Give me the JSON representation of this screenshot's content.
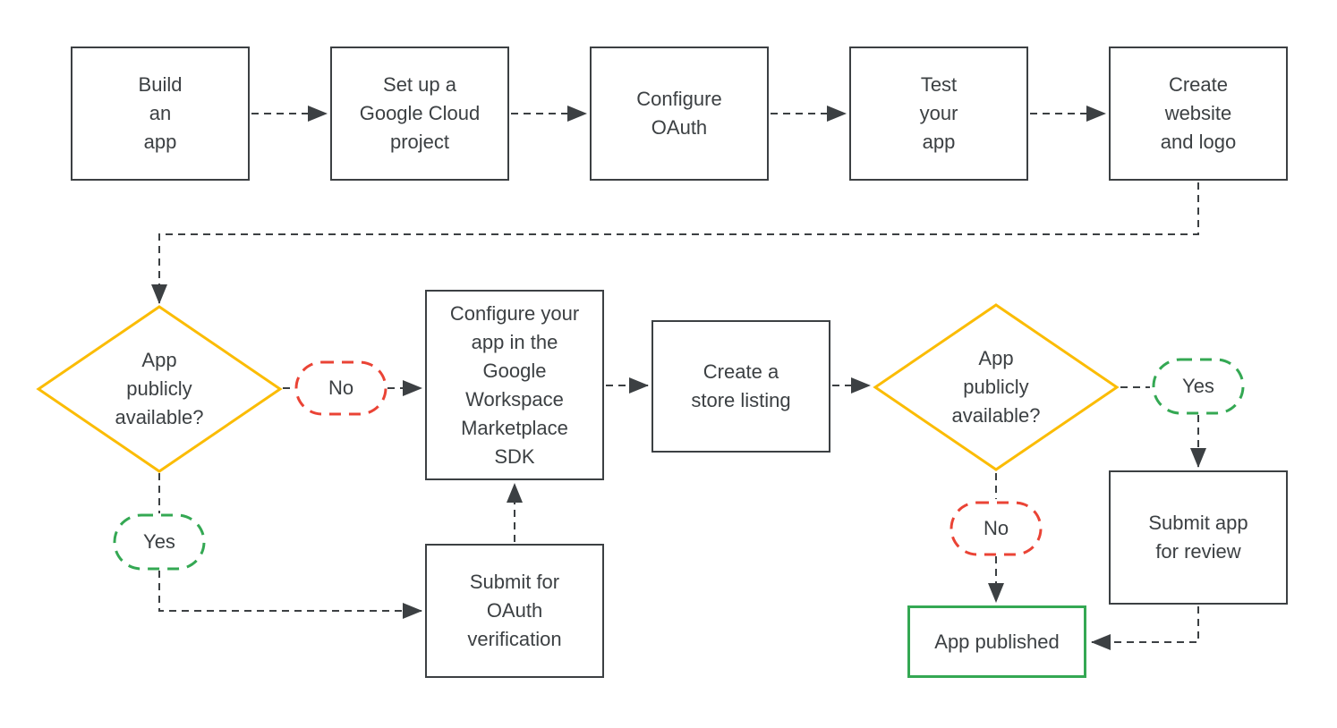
{
  "colors": {
    "line": "#3C4043",
    "text": "#3C4043",
    "decision": "#FBBC04",
    "yes": "#34A853",
    "no": "#EA4335",
    "published": "#34A853"
  },
  "nodes": {
    "build_app": {
      "label": [
        "Build",
        "an",
        "app"
      ]
    },
    "setup_project": {
      "label": [
        "Set up a",
        "Google Cloud",
        "project"
      ]
    },
    "configure_oauth": {
      "label": [
        "Configure",
        "OAuth"
      ]
    },
    "test_app": {
      "label": [
        "Test",
        "your",
        "app"
      ]
    },
    "create_website": {
      "label": [
        "Create",
        "website",
        "and logo"
      ]
    },
    "decision_1": {
      "label": [
        "App",
        "publicly",
        "available?"
      ]
    },
    "no_1": {
      "label": "No"
    },
    "yes_1": {
      "label": "Yes"
    },
    "configure_sdk": {
      "label": [
        "Configure your",
        "app in the",
        "Google",
        "Workspace",
        "Marketplace",
        "SDK"
      ]
    },
    "submit_oauth": {
      "label": [
        "Submit for",
        "OAuth",
        "verification"
      ]
    },
    "store_listing": {
      "label": [
        "Create a",
        "store listing"
      ]
    },
    "decision_2": {
      "label": [
        "App",
        "publicly",
        "available?"
      ]
    },
    "yes_2": {
      "label": "Yes"
    },
    "no_2": {
      "label": "No"
    },
    "submit_review": {
      "label": [
        "Submit app",
        "for review"
      ]
    },
    "app_published": {
      "label": "App published"
    }
  }
}
